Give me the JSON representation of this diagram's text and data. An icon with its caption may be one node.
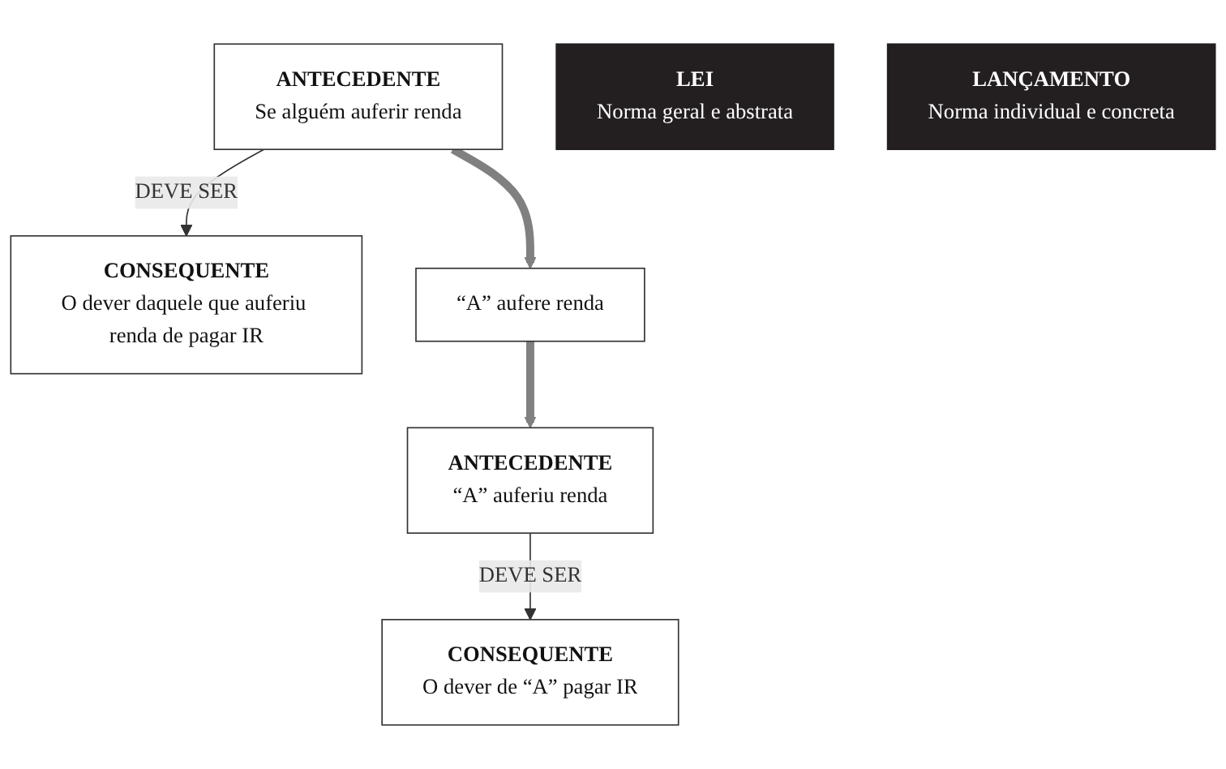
{
  "diagram": {
    "nodes": [
      {
        "text": [
          "ANTECEDENTE",
          "Se alguém auferir renda"
        ]
      },
      {
        "text": [
          "CONSEQUENTE",
          "O dever daquele que auferiu renda de pagar IR"
        ]
      },
      {
        "text": [
          "LEI",
          "Norma geral e abstrata"
        ]
      },
      {
        "text": [
          "“A” aufere renda"
        ]
      },
      {
        "text": [
          "ANTECEDENTE",
          "“A” auferiu renda"
        ]
      },
      {
        "text": [
          "CONSEQUENTE",
          "O dever de “A” pagar IR"
        ]
      },
      {
        "text": [
          "LANÇAMENTO",
          "Norma individual e concreta"
        ]
      }
    ],
    "edges": [
      {
        "from": 0,
        "to": 1,
        "arrow": "to",
        "label": "DEVE SER"
      },
      {
        "from": 0,
        "to": 3,
        "arrow": "to",
        "style": "thick",
        "color": "#808080"
      },
      {
        "from": 3,
        "to": 4,
        "arrow": "to",
        "style": "thick",
        "color": "#808080"
      },
      {
        "from": 4,
        "to": 5,
        "arrow": "to",
        "label": "DEVE SER"
      }
    ]
  }
}
